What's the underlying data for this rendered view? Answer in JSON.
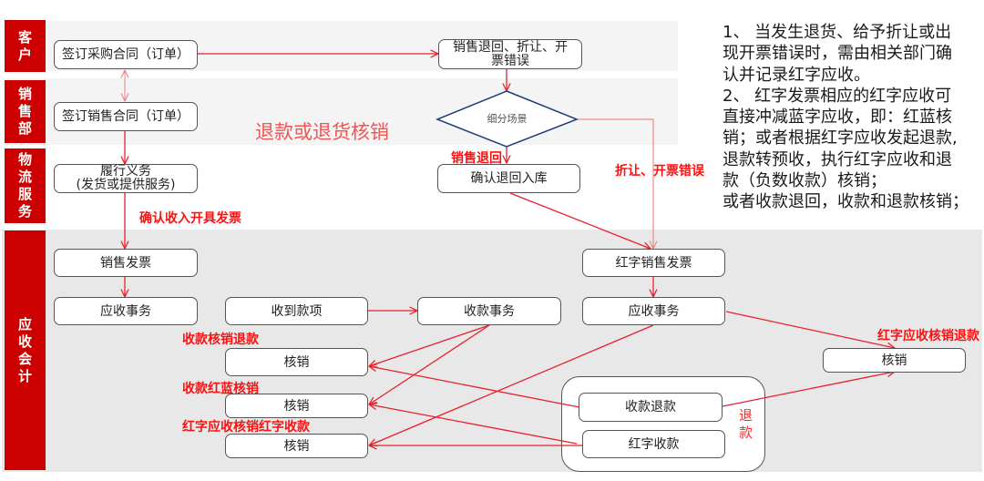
{
  "lanes": [
    {
      "label": "客户"
    },
    {
      "label": "销售部"
    },
    {
      "label": "物流服务"
    },
    {
      "label": "应收会计"
    }
  ],
  "nodes": {
    "purchase_contract": "签订采购合同（订单）",
    "sales_contract": "签订销售合同（订单）",
    "fulfill_title": "履行义务",
    "fulfill_sub": "(发货或提供服务)",
    "return_discount_error": "销售退回、折让、开票错误",
    "scenario": "细分场景",
    "confirm_return": "确认退回入库",
    "sales_invoice": "销售发票",
    "ar_left": "应收事务",
    "receive_payment": "收到款项",
    "receipt_txn": "收款事务",
    "red_invoice": "红字销售发票",
    "ar_right": "应收事务",
    "writeoff_1": "核销",
    "writeoff_2": "核销",
    "writeoff_3": "核销",
    "refund_receipt": "收款退款",
    "red_receipt": "红字收款",
    "writeoff_right": "核销"
  },
  "labels": {
    "refund_or_return_writeoff": "退款或退货核销",
    "sales_return": "销售退回",
    "discount_invoice_error": "折让、开票错误",
    "confirm_revenue_invoice": "确认收入开具发票",
    "receipt_writeoff_refund": "收款核销退款",
    "receipt_red_blue_writeoff": "收款红蓝核销",
    "red_ar_writeoff_red_receipt": "红字应收核销红字收款",
    "red_ar_writeoff_refund": "红字应收核销退款",
    "refund_group": "退款"
  },
  "notes": [
    "1、 当发生退货、给予折让或出",
    "现开票错误时，需由相关部门确",
    "认并记录红字应收。",
    "2、 红字发票相应的红字应收可",
    "直接冲减蓝字应收，即：红蓝核",
    "销；或者根据红字应收发起退款,",
    "退款转预收，执行红字应收和退",
    "款（负数收款）核销；",
    "或者收款退回，收款和退款核销；"
  ],
  "colors": {
    "lane_red": "#cc0000",
    "connector_red": "#e8202a",
    "diamond_blue": "#1f3c7a",
    "band_light": "#f4f4f4",
    "band_gray": "#e8e8e8"
  }
}
